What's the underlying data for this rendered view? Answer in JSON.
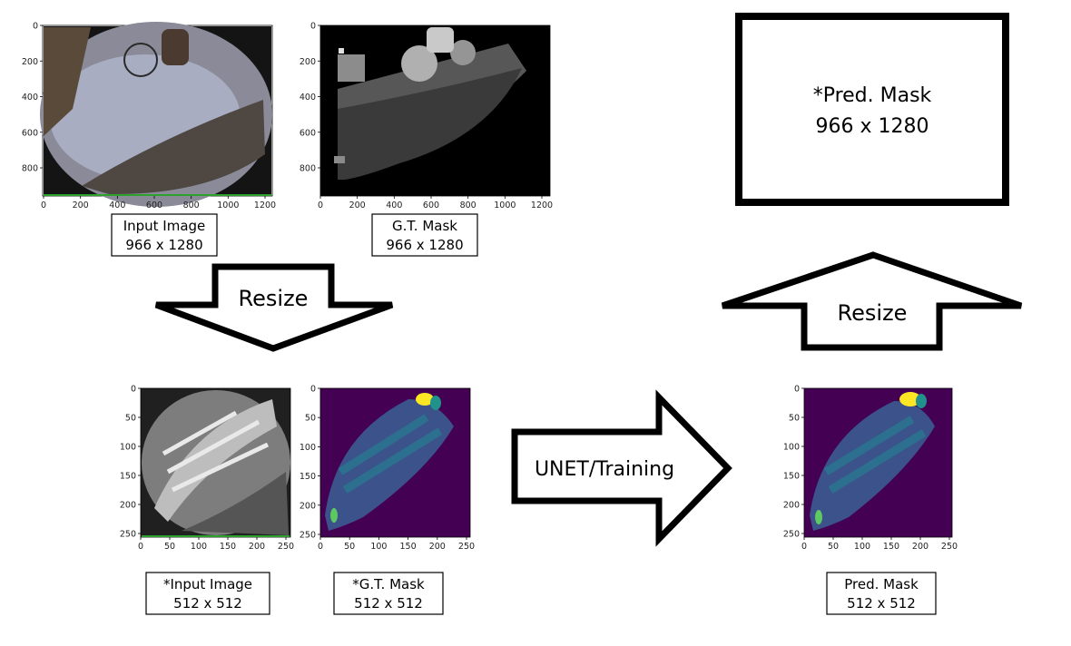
{
  "plots": {
    "input_full": {
      "x_ticks": [
        "0",
        "200",
        "400",
        "600",
        "800",
        "1000",
        "1200"
      ],
      "y_ticks": [
        "0",
        "200",
        "400",
        "600",
        "800"
      ]
    },
    "gt_full": {
      "x_ticks": [
        "0",
        "200",
        "400",
        "600",
        "800",
        "1000",
        "1200"
      ],
      "y_ticks": [
        "0",
        "200",
        "400",
        "600",
        "800"
      ]
    },
    "input_small": {
      "x_ticks": [
        "0",
        "50",
        "100",
        "150",
        "200",
        "250"
      ],
      "y_ticks": [
        "0",
        "50",
        "100",
        "150",
        "200",
        "250"
      ]
    },
    "gt_small": {
      "x_ticks": [
        "0",
        "50",
        "100",
        "150",
        "200",
        "250"
      ],
      "y_ticks": [
        "0",
        "50",
        "100",
        "150",
        "200",
        "250"
      ]
    },
    "pred_small": {
      "x_ticks": [
        "0",
        "50",
        "100",
        "150",
        "200",
        "250"
      ],
      "y_ticks": [
        "0",
        "50",
        "100",
        "150",
        "200",
        "250"
      ]
    }
  },
  "captions": {
    "input_full": [
      "Input Image",
      "966 x 1280"
    ],
    "gt_full": [
      "G.T. Mask",
      "966 x 1280"
    ],
    "input_small": [
      "*Input Image",
      "512 x 512"
    ],
    "gt_small": [
      "*G.T. Mask",
      "512 x 512"
    ],
    "pred_small": [
      "Pred. Mask",
      "512 x 512"
    ]
  },
  "pred_full_box": [
    "*Pred. Mask",
    "966 x 1280"
  ],
  "arrows": {
    "resize_down": "Resize",
    "training": "UNET/Training",
    "resize_up": "Resize"
  },
  "colors": {
    "mask_background": "#440154",
    "mask_dark": "#3b528b",
    "mask_mid": "#2c6f8e",
    "mask_teal": "#21918c",
    "mask_green": "#5ec962",
    "mask_yellow": "#fde725"
  }
}
